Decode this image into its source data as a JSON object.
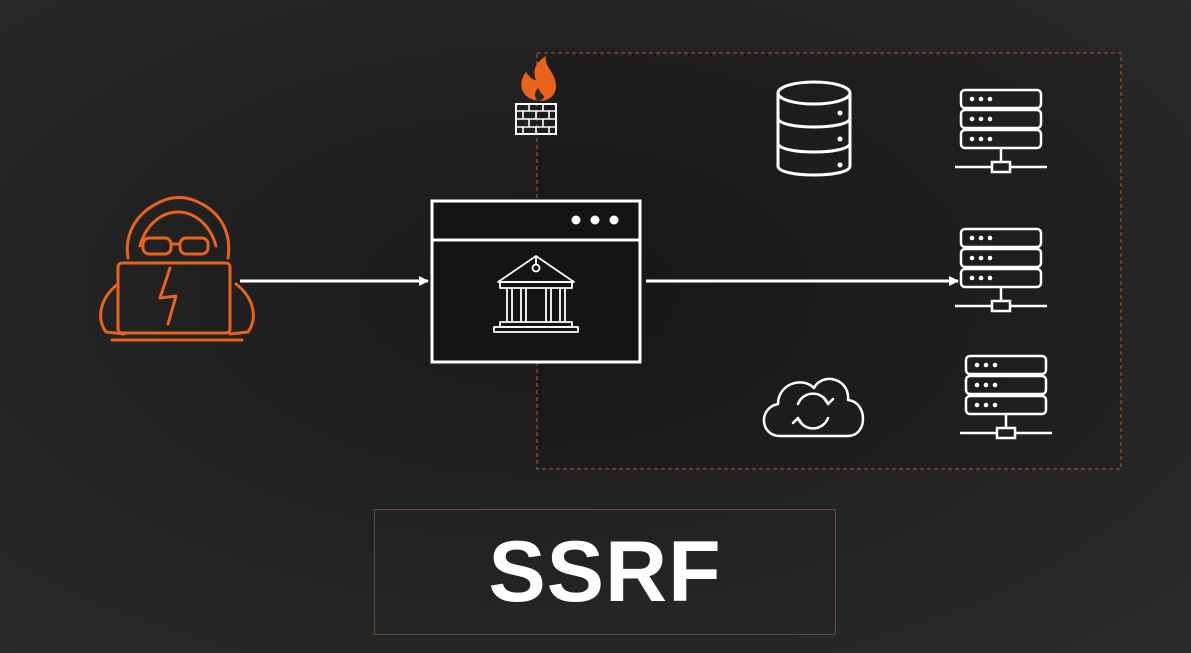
{
  "diagram": {
    "title": "SSRF",
    "colors": {
      "background": "#272727",
      "accent": "#e8631c",
      "line": "#ffffff",
      "boundary": "#b0612e"
    },
    "nodes": [
      {
        "id": "attacker",
        "icon": "hacker-with-laptop-icon"
      },
      {
        "id": "firewall",
        "icon": "firewall-icon"
      },
      {
        "id": "web-server",
        "icon": "browser-window-bank-icon"
      },
      {
        "id": "database",
        "icon": "database-icon"
      },
      {
        "id": "server-1",
        "icon": "server-icon"
      },
      {
        "id": "server-2",
        "icon": "server-icon"
      },
      {
        "id": "server-3",
        "icon": "server-icon"
      },
      {
        "id": "cloud-sync",
        "icon": "cloud-sync-icon"
      }
    ],
    "edges": [
      {
        "from": "attacker",
        "to": "web-server"
      },
      {
        "from": "web-server",
        "to": "server-2"
      }
    ]
  }
}
